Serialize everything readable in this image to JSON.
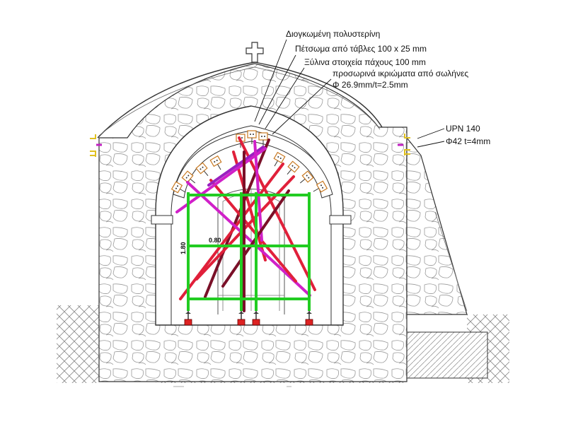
{
  "annotations": {
    "insulation": "Διογκωμένη πολυστερίνη",
    "boards": "Πέτσωμα από τάβλες 100 x 25 mm",
    "timber": "Ξύλινα στοιχεία πάχους 100 mm",
    "scaffold_line1": "προσωρινά ικριώματα από σωλήνες",
    "scaffold_line2": "Φ 26.9mm/t=2.5mm",
    "upn": "UPN 140",
    "rod": "Φ42 t=4mm"
  },
  "dimensions": {
    "width": "0.80",
    "height": "1.80"
  },
  "colors": {
    "masonry_line": "#8c8c8c",
    "frame_green": "#22cc22",
    "brace_red": "#e0203a",
    "brace_magenta": "#d020c8",
    "brace_purple": "#9a20c0",
    "brace_dark": "#7a1028",
    "timber_orange": "#c87820",
    "steel_yellow": "#f0d020",
    "base_plate": "#dd2222"
  }
}
